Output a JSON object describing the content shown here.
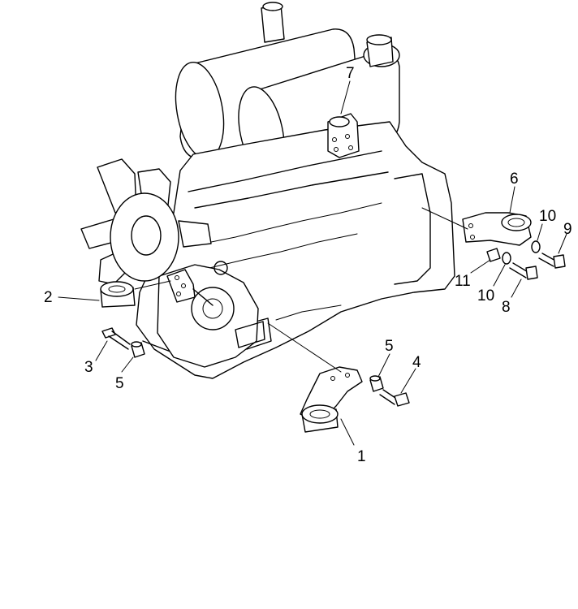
{
  "callouts": {
    "c1": "1",
    "c2": "2",
    "c3": "3",
    "c4": "4",
    "c5a": "5",
    "c5b": "5",
    "c6": "6",
    "c7": "7",
    "c8": "8",
    "c9": "9",
    "c10a": "10",
    "c10b": "10",
    "c11": "11"
  }
}
